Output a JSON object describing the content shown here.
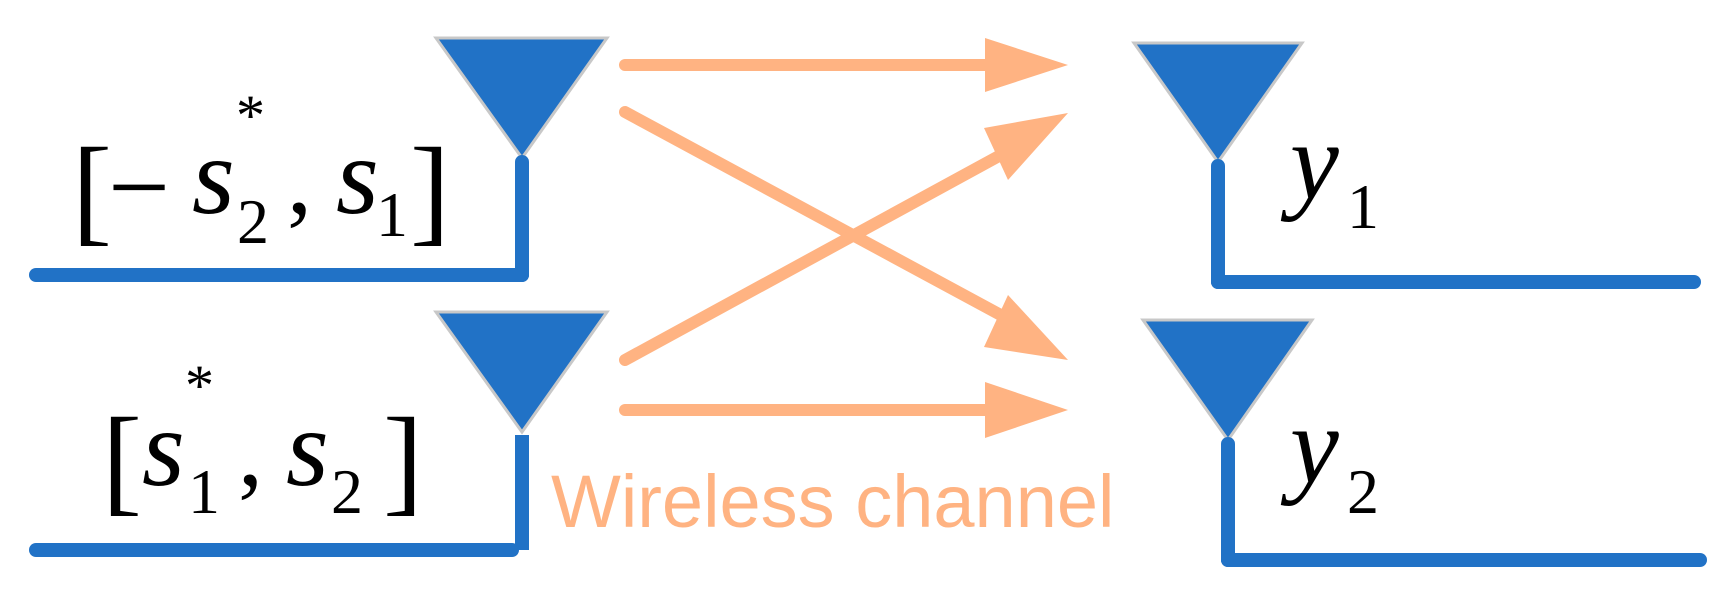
{
  "colors": {
    "antenna": "#2172c6",
    "arrow": "#ffb382",
    "text": "#000000"
  },
  "transmitters": [
    {
      "symbol_a": {
        "sign": "−",
        "base": "s",
        "sub": "2",
        "sup": "*"
      },
      "symbol_b": {
        "base": "s",
        "sub": "1"
      }
    },
    {
      "symbol_a": {
        "sign": "",
        "base": "s",
        "sub": "1",
        "sup": "*"
      },
      "symbol_b": {
        "base": "s",
        "sub": "2"
      }
    }
  ],
  "receivers": [
    {
      "base": "y",
      "sub": "1"
    },
    {
      "base": "y",
      "sub": "2"
    }
  ],
  "brackets": {
    "open": "[",
    "close": "]",
    "comma": ","
  },
  "channel_label": "Wireless channel"
}
